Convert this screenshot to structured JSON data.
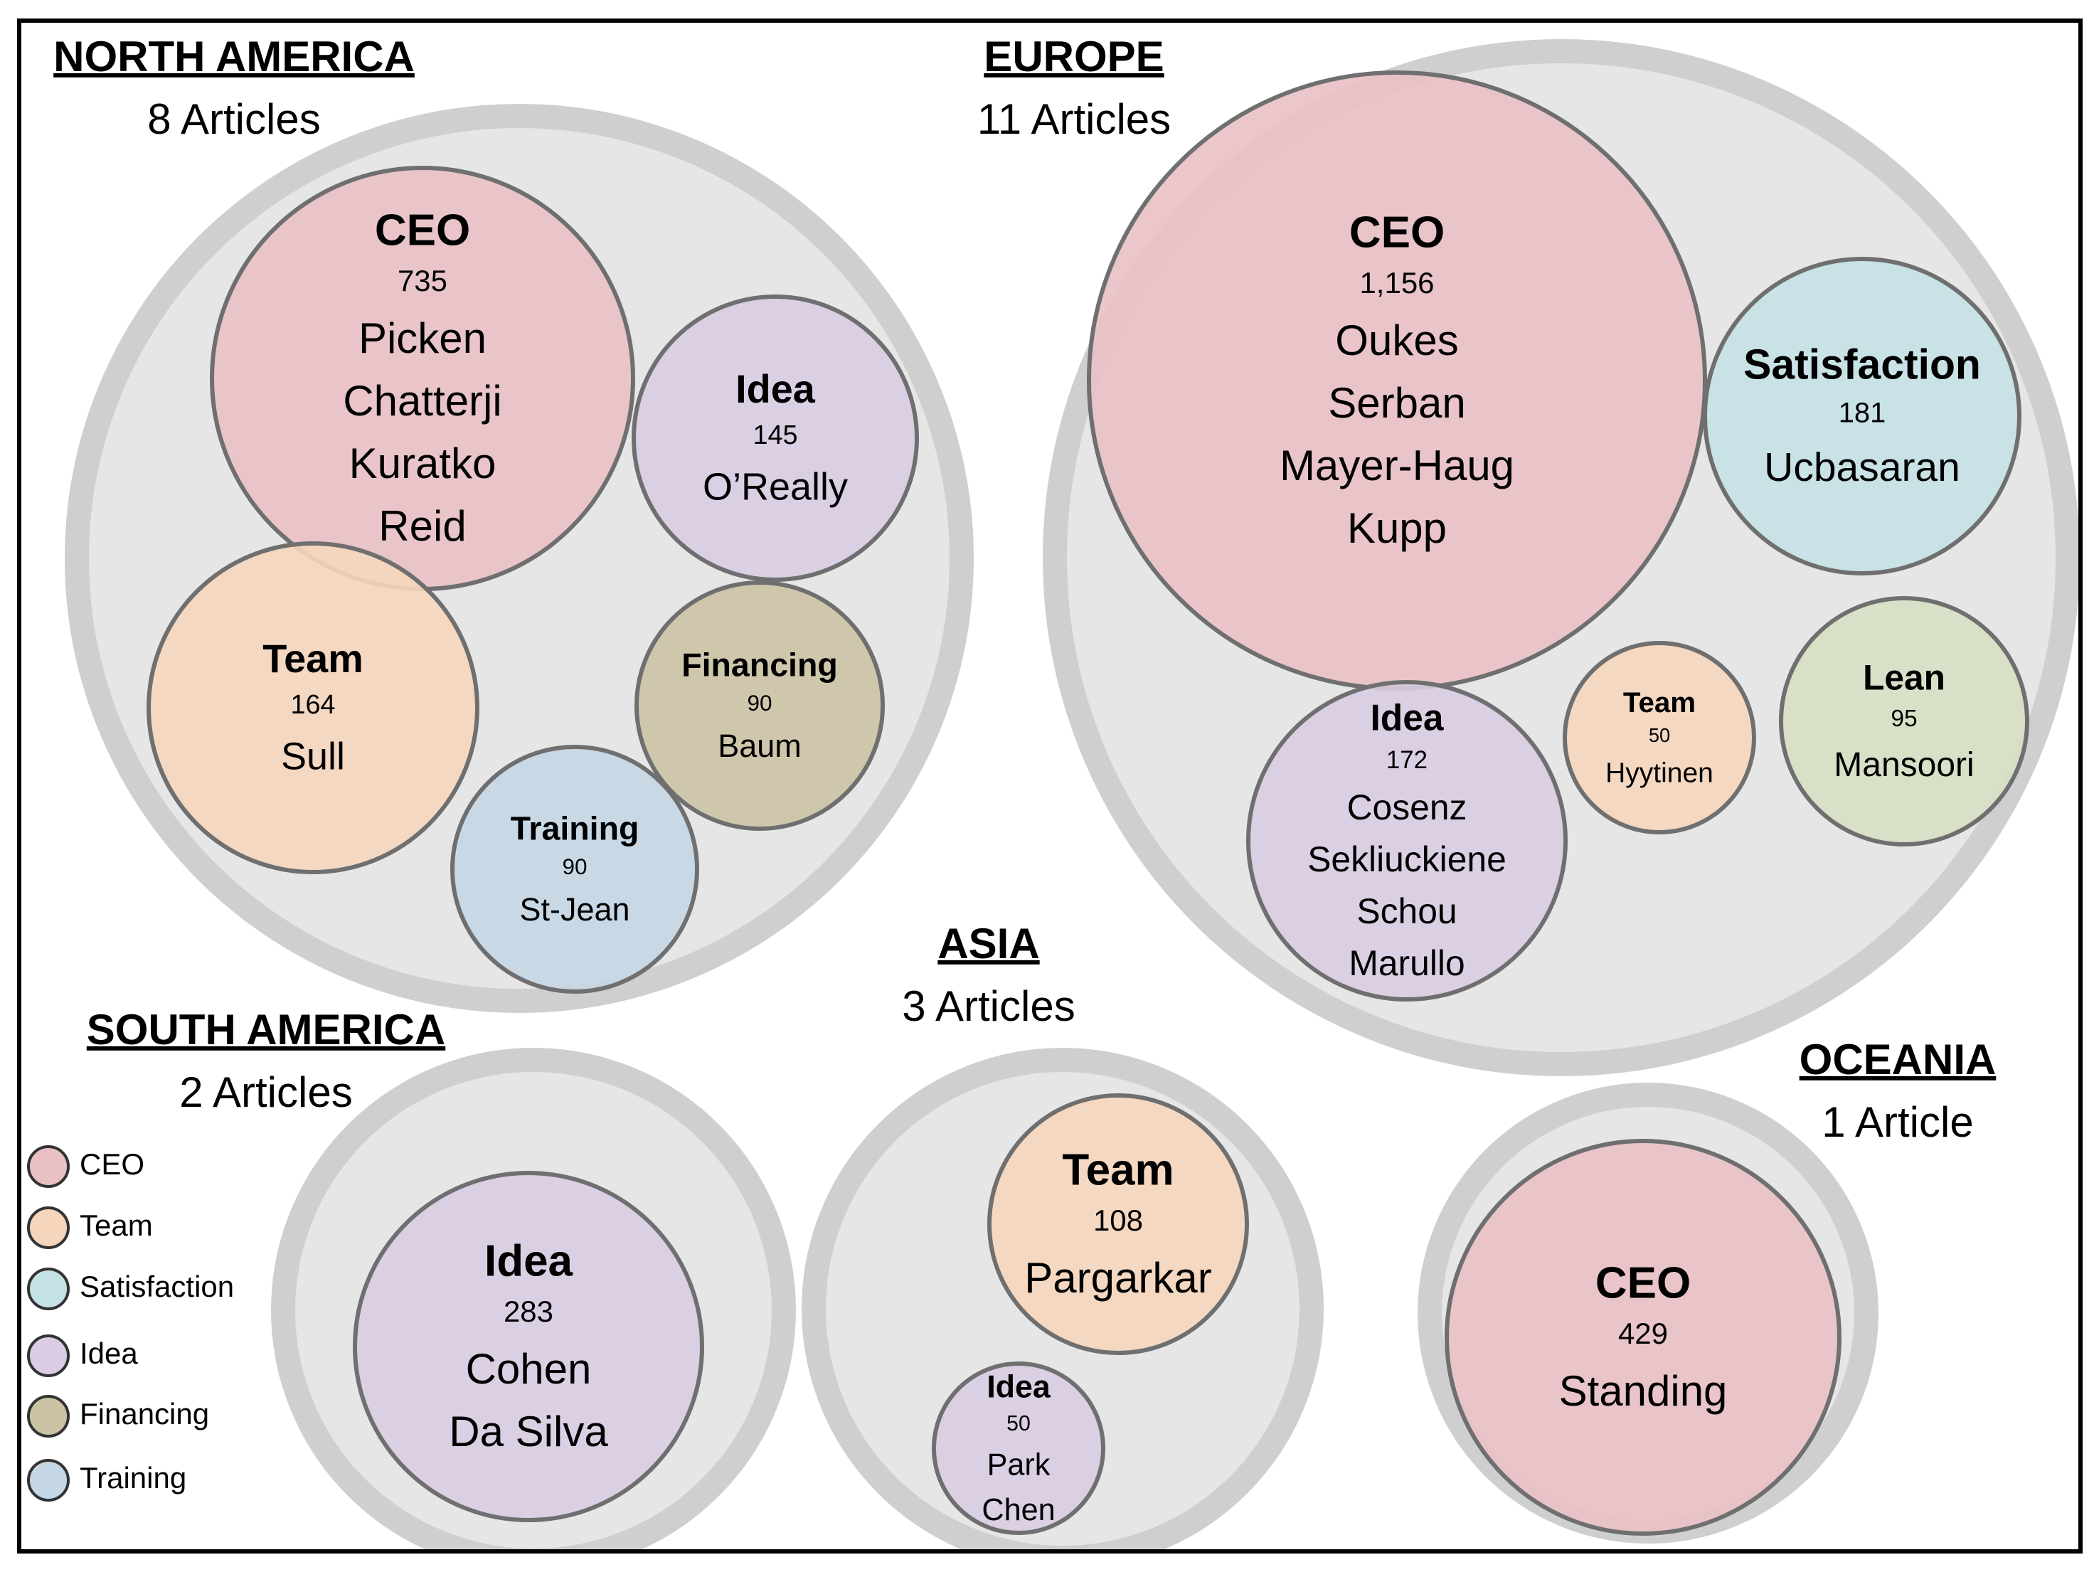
{
  "chart_data": {
    "type": "bubble",
    "categories": [
      "CEO",
      "Team",
      "Satisfaction",
      "Idea",
      "Financing",
      "Training",
      "Lean"
    ],
    "colors": {
      "CEO": "#e9c1c5",
      "Team": "#f5d6bd",
      "Satisfaction": "#c4e1e6",
      "Idea": "#d9cce3",
      "Financing": "#cbc3a4",
      "Training": "#c5d6e4",
      "Lean": "#d6e0c4"
    },
    "legend": {
      "position": "left",
      "items": [
        {
          "label": "CEO",
          "category": "CEO"
        },
        {
          "label": "Team",
          "category": "Team"
        },
        {
          "label": "Satisfaction",
          "category": "Satisfaction"
        },
        {
          "label": "Idea",
          "category": "Idea"
        },
        {
          "label": "Financing",
          "category": "Financing"
        },
        {
          "label": "Training",
          "category": "Training"
        }
      ]
    },
    "regions": [
      {
        "name": "NORTH AMERICA",
        "articles": "8 Articles",
        "bubbles": [
          {
            "category": "CEO",
            "label": "CEO",
            "value": 735,
            "value_label": "735",
            "authors": [
              "Picken",
              "Chatterji",
              "Kuratko",
              "Reid"
            ]
          },
          {
            "category": "Idea",
            "label": "Idea",
            "value": 145,
            "value_label": "145",
            "authors": [
              "O’Really"
            ]
          },
          {
            "category": "Team",
            "label": "Team",
            "value": 164,
            "value_label": "164",
            "authors": [
              "Sull"
            ]
          },
          {
            "category": "Financing",
            "label": "Financing",
            "value": 90,
            "value_label": "90",
            "authors": [
              "Baum"
            ]
          },
          {
            "category": "Training",
            "label": "Training",
            "value": 90,
            "value_label": "90",
            "authors": [
              "St-Jean"
            ]
          }
        ]
      },
      {
        "name": "EUROPE",
        "articles": "11 Articles",
        "bubbles": [
          {
            "category": "CEO",
            "label": "CEO",
            "value": 1156,
            "value_label": "1,156",
            "authors": [
              "Oukes",
              "Serban",
              "Mayer-Haug",
              "Kupp"
            ]
          },
          {
            "category": "Satisfaction",
            "label": "Satisfaction",
            "value": 181,
            "value_label": "181",
            "authors": [
              "Ucbasaran"
            ]
          },
          {
            "category": "Idea",
            "label": "Idea",
            "value": 172,
            "value_label": "172",
            "authors": [
              "Cosenz",
              "Sekliuckiene",
              "Schou",
              "Marullo"
            ]
          },
          {
            "category": "Team",
            "label": "Team",
            "value": 50,
            "value_label": "50",
            "authors": [
              "Hyytinen"
            ]
          },
          {
            "category": "Lean",
            "label": "Lean",
            "value": 95,
            "value_label": "95",
            "authors": [
              "Mansoori"
            ]
          }
        ]
      },
      {
        "name": "SOUTH AMERICA",
        "articles": "2 Articles",
        "bubbles": [
          {
            "category": "Idea",
            "label": "Idea",
            "value": 283,
            "value_label": "283",
            "authors": [
              "Cohen",
              "Da Silva"
            ]
          }
        ]
      },
      {
        "name": "ASIA",
        "articles": "3 Articles",
        "bubbles": [
          {
            "category": "Team",
            "label": "Team",
            "value": 108,
            "value_label": "108",
            "authors": [
              "Pargarkar"
            ]
          },
          {
            "category": "Idea",
            "label": "Idea",
            "value": 50,
            "value_label": "50",
            "authors": [
              "Park",
              "Chen"
            ]
          }
        ]
      },
      {
        "name": "OCEANIA",
        "articles": "1 Article",
        "bubbles": [
          {
            "category": "CEO",
            "label": "CEO",
            "value": 429,
            "value_label": "429",
            "authors": [
              "Standing"
            ]
          }
        ]
      }
    ]
  }
}
